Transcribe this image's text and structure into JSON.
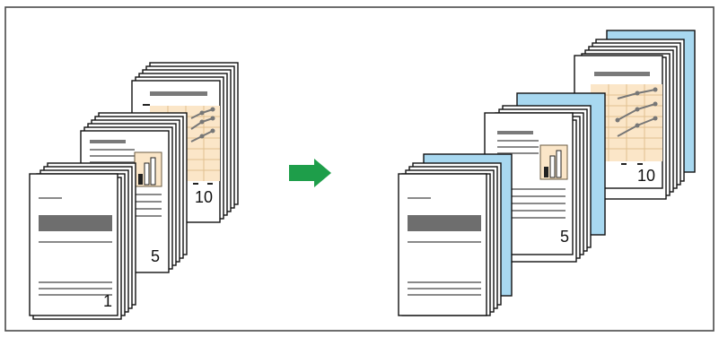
{
  "before": {
    "stacks": [
      {
        "page_number": "1"
      },
      {
        "page_number": "5"
      },
      {
        "page_number": "10"
      }
    ]
  },
  "after": {
    "stacks": [
      {
        "page_number": "5"
      },
      {
        "page_number": "10"
      }
    ]
  },
  "colors": {
    "frame": "#4a4a4a",
    "paper": "#ffffff",
    "ink": "#111111",
    "dark_bar": "#6e6e6e",
    "text_line": "#8a8a8a",
    "chart_bg": "#fbe6c8",
    "chart_grid": "#e0c090",
    "chart_line": "#777777",
    "blue_sheet": "#a8d8f0",
    "arrow": "#1e9e4a"
  },
  "icons": {
    "arrow": "right-arrow-icon",
    "bar_chart": "bar-chart-icon",
    "line_chart": "line-chart-icon"
  }
}
